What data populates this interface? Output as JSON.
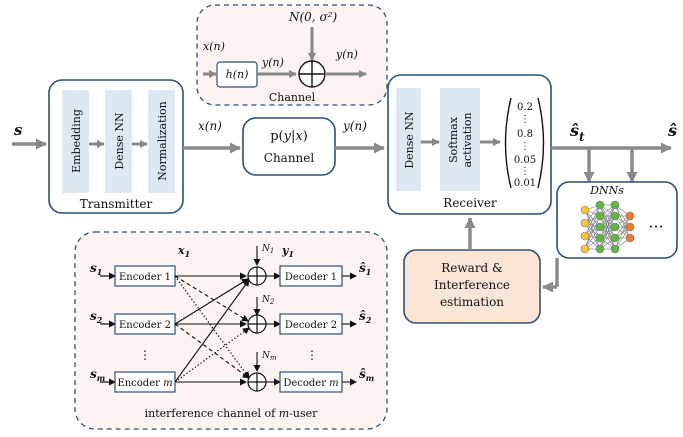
{
  "transmitter": {
    "layers": [
      "Embedding",
      "Dense NN",
      "Normalization"
    ],
    "label": "Transmitter"
  },
  "input_symbol": "s",
  "output_symbol": "ŝ",
  "estimate_symbol": "ŝ",
  "estimate_subscript": "t",
  "channel": {
    "formula_prefix": "p(",
    "formula_y": "y",
    "formula_bar": "|",
    "formula_x": "x",
    "formula_suffix": ")",
    "label": "Channel",
    "input_label": "x(n)",
    "output_label": "y(n)"
  },
  "channel_detail": {
    "noise_label": "N(0, σ²)",
    "filter_label": "h(n)",
    "in_label": "x(n)",
    "mid_label": "y(n)",
    "out_label": "y(n)",
    "label": "Channel"
  },
  "receiver": {
    "layers": [
      "Dense NN",
      "Softmax",
      "activation"
    ],
    "label": "Receiver",
    "vector": [
      "0.2",
      "0.8",
      "0.05",
      "0.01"
    ]
  },
  "dnns": {
    "label": "DNNs",
    "more": "···"
  },
  "reward_box": {
    "line1": "Reward &",
    "line2": "Interference",
    "line3": "estimation"
  },
  "interference": {
    "inputs": [
      "s",
      "s",
      "s"
    ],
    "input_subs": [
      "1",
      "2",
      "m"
    ],
    "encoders": [
      "Encoder 1",
      "Encoder 2",
      "Encoder "
    ],
    "encoder_m_var": "m",
    "decoders": [
      "Decoder 1",
      "Decoder 2",
      "Decoder "
    ],
    "decoder_m_var": "m",
    "outputs": [
      "ŝ",
      "ŝ",
      "ŝ"
    ],
    "output_subs": [
      "1",
      "2",
      "m"
    ],
    "noises": [
      "N",
      "N",
      "N"
    ],
    "noise_subs": [
      "1",
      "2",
      "m"
    ],
    "x_label": "x",
    "x_sub": "1",
    "y_label": "y",
    "y_sub": "1",
    "dots": "⋮",
    "caption_pre": "interference channel of ",
    "caption_var": "m",
    "caption_post": "-user"
  }
}
